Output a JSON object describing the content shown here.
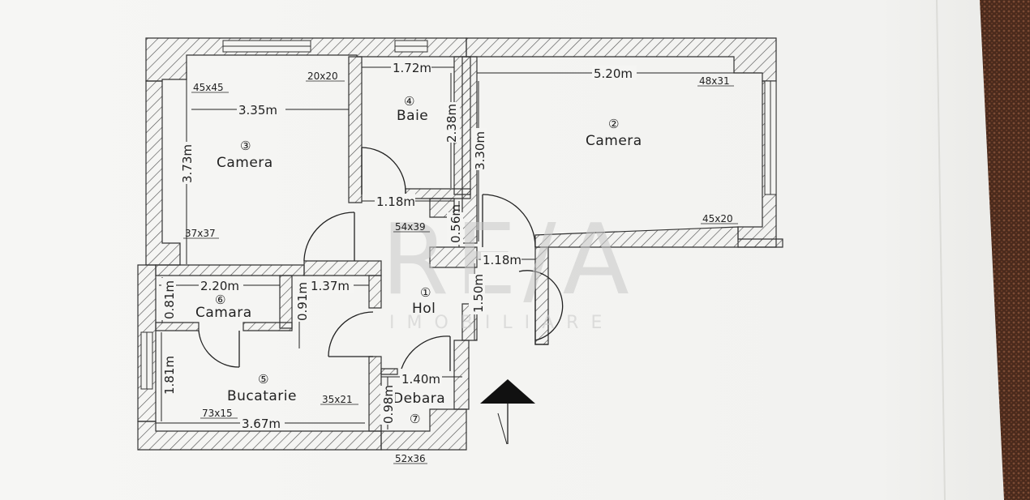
{
  "colors": {
    "paper": "#f7f7f5",
    "ink": "#222222",
    "hatch": "#555555",
    "watermark": "#cfcfcf",
    "carpet": "#5a3424"
  },
  "rooms": [
    {
      "number": "①",
      "name": "Hol"
    },
    {
      "number": "②",
      "name": "Camera"
    },
    {
      "number": "③",
      "name": "Camera"
    },
    {
      "number": "④",
      "name": "Baie"
    },
    {
      "number": "⑤",
      "name": "Bucatarie"
    },
    {
      "number": "⑥",
      "name": "Camara"
    },
    {
      "number": "⑦",
      "name": "Debara"
    }
  ],
  "dimensions": {
    "camera3_width": "3.35m",
    "camera3_height": "3.73m",
    "baie_width": "1.72m",
    "baie_height": "2.38m",
    "camera2_width": "5.20m",
    "camera2_height": "3.30m",
    "hol_top": "1.18m",
    "hol_niche": "0.56m",
    "hol_right": "1.18m",
    "hol_height": "1.50m",
    "hol_left": "1.37m",
    "hol_left_height": "0.91m",
    "camara_width": "2.20m",
    "camara_height": "0.81m",
    "bucatarie_height": "1.81m",
    "bucatarie_width": "3.67m",
    "debara_width": "1.40m",
    "debara_height": "0.98m"
  },
  "columns": {
    "c1": "45x45",
    "c2": "20x20",
    "c3": "48x31",
    "c4": "45x20",
    "c5": "37x37",
    "c6": "54x39",
    "c7": "35x21",
    "c8": "73x15",
    "c9": "52x36"
  },
  "watermark": {
    "logo": "RE/A",
    "tagline": "IMOBILIARE"
  }
}
